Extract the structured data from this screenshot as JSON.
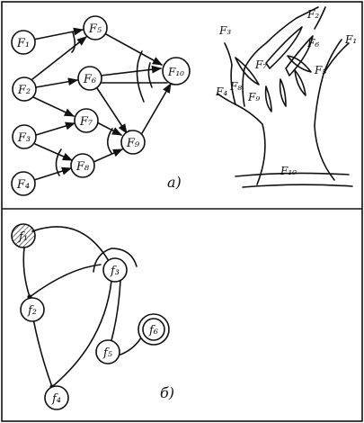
{
  "panel_a": {
    "caption": "а)",
    "graph": {
      "nodes": [
        "F₁",
        "F₂",
        "F₃",
        "F₄",
        "F₅",
        "F₆",
        "F₇",
        "F₈",
        "F₉",
        "F₁₀"
      ],
      "edges": [
        [
          "F₁",
          "F₅"
        ],
        [
          "F₂",
          "F₅"
        ],
        [
          "F₂",
          "F₆"
        ],
        [
          "F₂",
          "F₇"
        ],
        [
          "F₃",
          "F₇"
        ],
        [
          "F₃",
          "F₈"
        ],
        [
          "F₄",
          "F₈"
        ],
        [
          "F₆",
          "F₁₀"
        ],
        [
          "F₅",
          "F₁₀"
        ],
        [
          "F₆",
          "F₉"
        ],
        [
          "F₇",
          "F₉"
        ],
        [
          "F₈",
          "F₉"
        ],
        [
          "F₉",
          "F₁₀"
        ]
      ]
    },
    "tree_labels": [
      "F₃",
      "F₂",
      "F₆",
      "F₁",
      "F₇",
      "F₅",
      "F₄",
      "F₈",
      "F₉",
      "F₁₀"
    ]
  },
  "panel_b": {
    "caption": "б)",
    "nodes": [
      "f₁",
      "f₂",
      "f₃",
      "f₄",
      "f₅",
      "f₆"
    ]
  }
}
